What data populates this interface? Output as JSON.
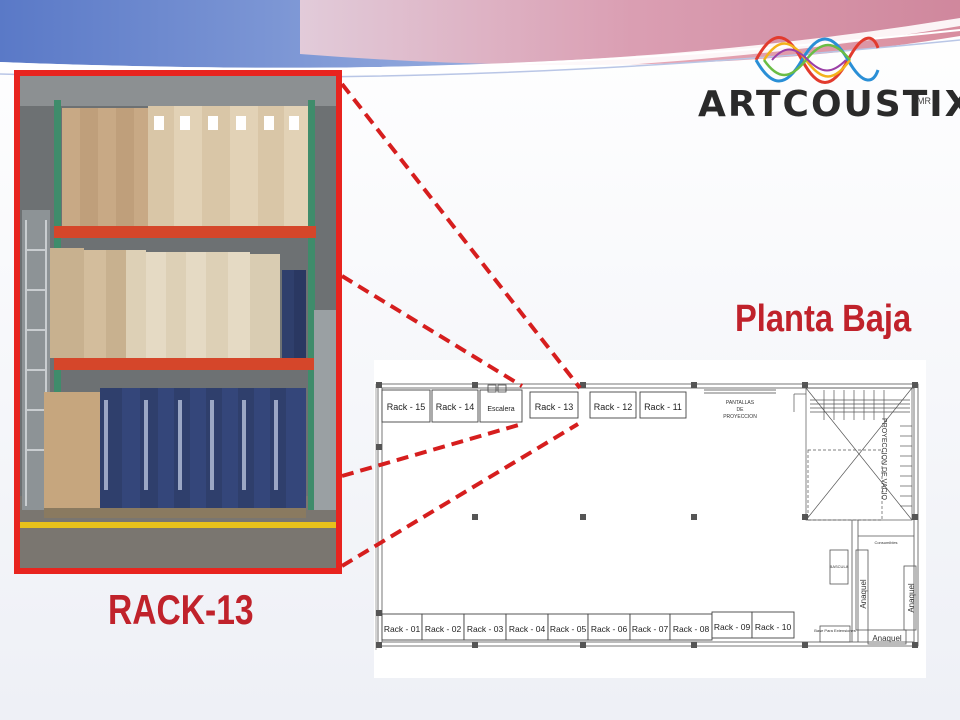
{
  "brand": {
    "name": "ARTCOUSTIX",
    "mark": "MR"
  },
  "title_floor": "Planta Baja",
  "title_rack": "RACK-13",
  "plan": {
    "racks_top": [
      "Rack - 15",
      "Rack - 14",
      "Escalera",
      "Rack - 13",
      "Rack - 12",
      "Rack - 11"
    ],
    "racks_bottom": [
      "Rack - 01",
      "Rack - 02",
      "Rack - 03",
      "Rack - 04",
      "Rack - 05",
      "Rack - 06",
      "Rack - 07",
      "Rack - 08",
      "Rack - 09",
      "Rack - 10"
    ],
    "pantallas": [
      "PANTALLAS",
      "DE",
      "PROYECCION"
    ],
    "proyeccion_vacio": "PROYECCION DE VACIO",
    "anaquel_v1": "Anaquel",
    "anaquel_v2": "Anaquel",
    "anaquel_h": "Anaquel",
    "bascula": "BASCULA",
    "consumibles": "Consumibles",
    "base_extensiones": "Base Para Extensiones"
  },
  "colors": {
    "accent_red": "#c0222b",
    "frame_red": "#e8241f",
    "dash_red": "#d61e1e"
  }
}
